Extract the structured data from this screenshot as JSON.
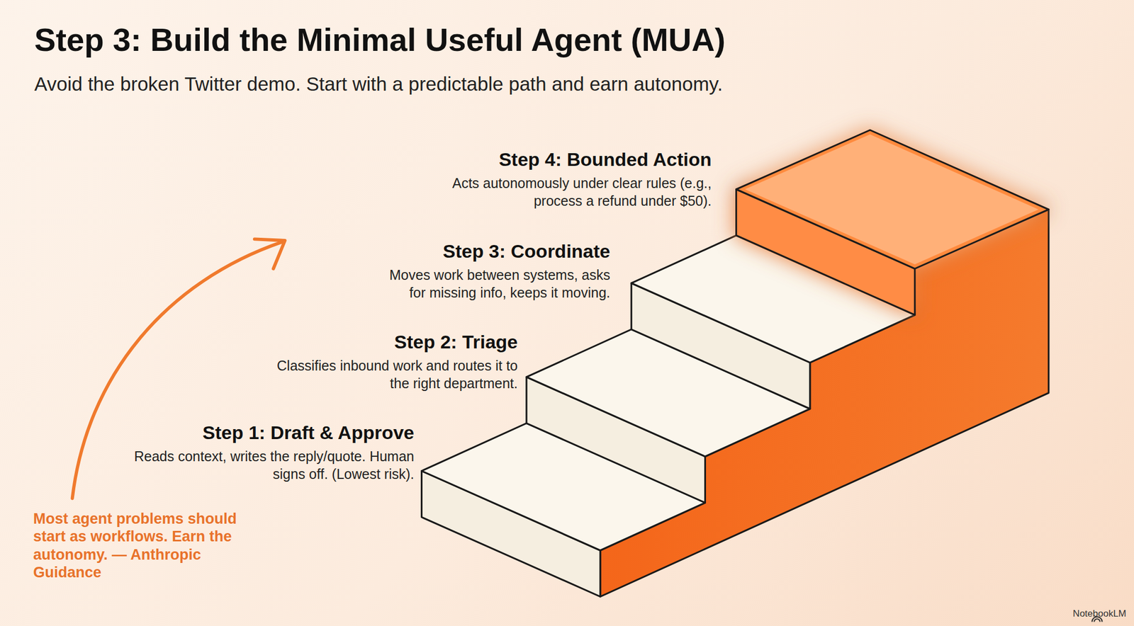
{
  "diagram": {
    "title": "Step 3: Build the Minimal Useful Agent (MUA)",
    "caption": "Avoid the broken Twitter demo. Start with a predictable path and earn autonomy.",
    "nodes": [
      {
        "text": [
          "Step 4: Bounded Action",
          "Acts autonomously under clear rules (e.g., process a refund under $50)."
        ]
      },
      {
        "text": [
          "Step 3: Coordinate",
          "Moves work between systems, asks for missing info, keeps it moving."
        ]
      },
      {
        "text": [
          "Step 2: Triage",
          "Classifies inbound work and routes it to the right department."
        ]
      },
      {
        "text": [
          "Step 1: Draft & Approve",
          "Reads context, writes the reply/quote. Human signs off. (Lowest risk)."
        ]
      }
    ],
    "labels": [
      "Most agent problems should start as workflows. Earn the autonomy. — Anthropic Guidance",
      "NotebookLM"
    ]
  }
}
